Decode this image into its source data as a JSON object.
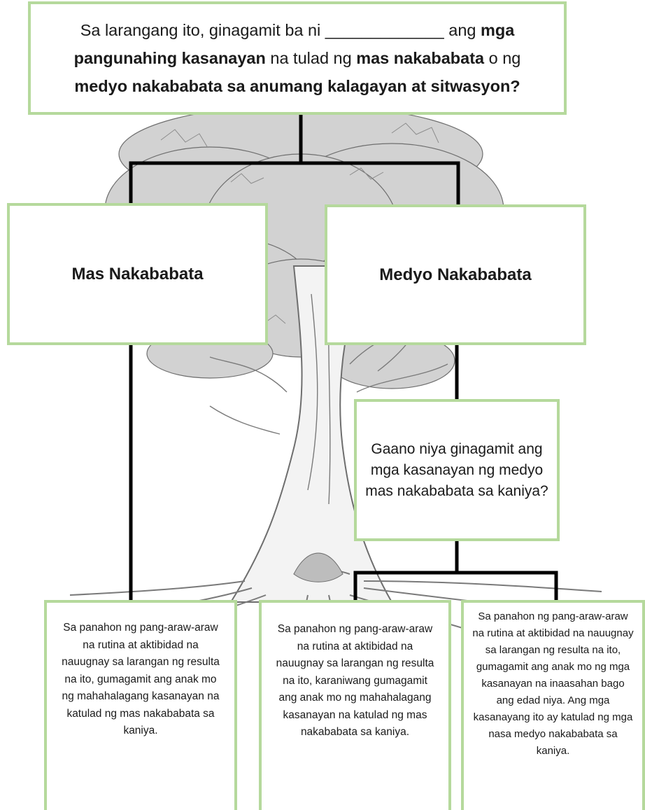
{
  "top_question": {
    "part1": "Sa larangang ito, ginagamit ba ni _____________ ang ",
    "bold1": "mga pangunahing kasanayan",
    "part2": " na tulad ng ",
    "bold2": "mas nakababata",
    "part3": " o ng ",
    "bold3": "medyo nakababata sa anumang kalagayan at sitwasyon?"
  },
  "left_title": "Mas Nakababata",
  "right_title": "Medyo Nakababata",
  "sub_question": "Gaano niya ginagamit ang mga kasanayan ng medyo mas nakababata sa kaniya?",
  "answers": [
    "Sa panahon ng pang-araw-araw na rutina at aktibidad na nauugnay sa larangan ng resulta na ito, gumagamit ang anak mo ng mahahalagang kasanayan na katulad ng mas nakababata sa kaniya.",
    "Sa panahon ng pang-araw-araw na rutina at aktibidad na nauugnay sa larangan ng resulta na ito, karaniwang gumagamit ang anak mo ng mahahalagang kasanayan na katulad ng mas nakababata sa kaniya.",
    "Sa panahon ng pang-araw-araw na rutina at aktibidad na nauugnay sa larangan ng resulta na ito, gumagamit ang anak mo ng mga kasanayan na inaasahan bago ang edad niya. Ang mga kasanayang ito ay katulad ng mga nasa medyo nakababata sa kaniya."
  ],
  "colors": {
    "box_border": "#b5d99c",
    "connector": "#000000",
    "tree_line": "#8a8a8a",
    "foliage": "#c9c9c9"
  }
}
